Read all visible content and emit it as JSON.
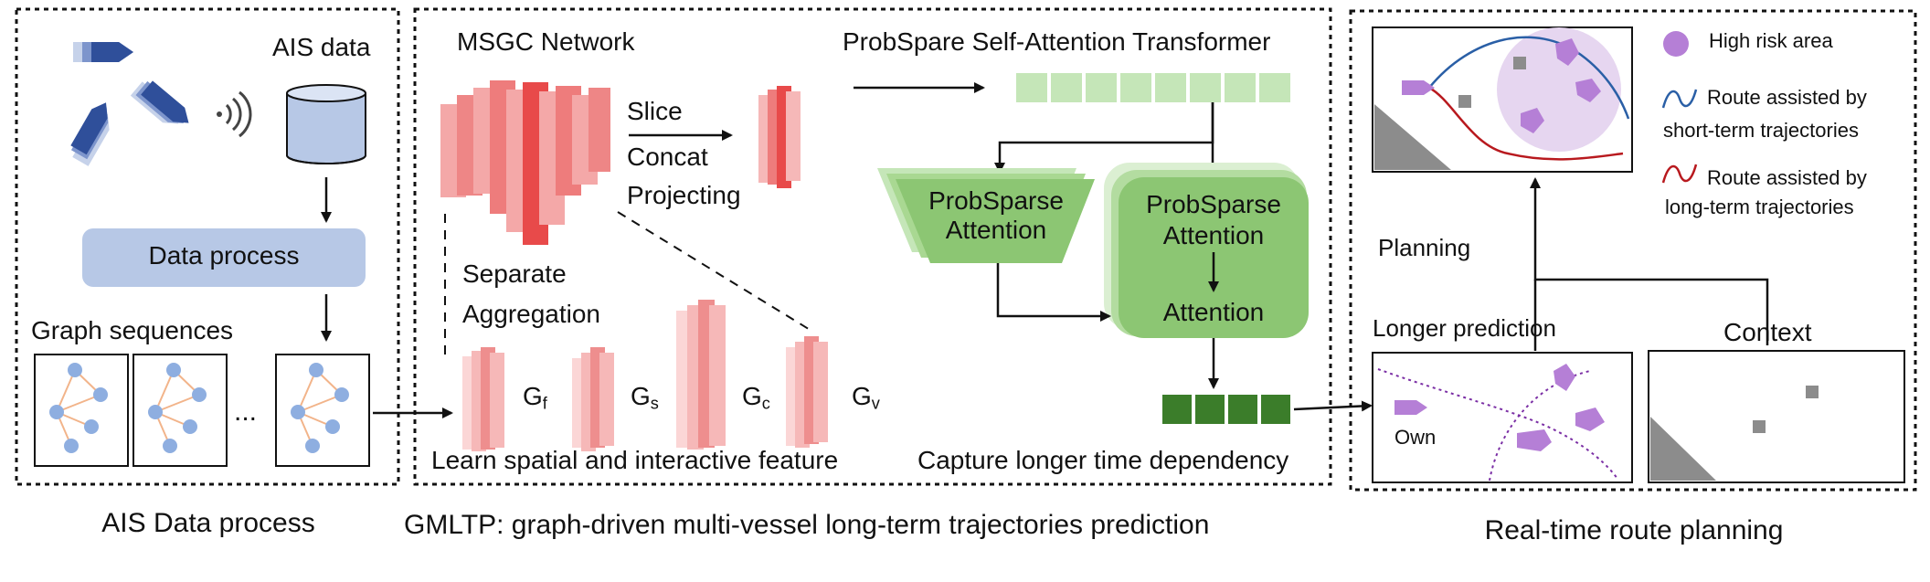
{
  "panels": {
    "ais": {
      "caption": "AIS Data process",
      "ais_data": "AIS data",
      "data_process": "Data process",
      "graph_sequences": "Graph sequences",
      "ellipsis": "..."
    },
    "gmltp": {
      "caption": "GMLTP: graph-driven multi-vessel long-term trajectories prediction",
      "msgc_network": "MSGC Network",
      "slice": "Slice",
      "concat": "Concat",
      "projecting": "Projecting",
      "separate": "Separate",
      "aggregation": "Aggregation",
      "g_f": "G",
      "g_f_sub": "f",
      "g_s": "G",
      "g_s_sub": "s",
      "g_c": "G",
      "g_c_sub": "c",
      "g_v": "G",
      "g_v_sub": "v",
      "learn_feature": "Learn spatial and interactive feature",
      "transformer_title": "ProbSpare Self-Attention Transformer",
      "probsparse_left_1": "ProbSparse",
      "probsparse_left_2": "Attention",
      "probsparse_right_1": "ProbSparse",
      "probsparse_right_2": "Attention",
      "attention": "Attention",
      "capture_dependency": "Capture longer time dependency"
    },
    "planning": {
      "caption": "Real-time route planning",
      "legend_high_risk": "High risk area",
      "legend_short_1": "Route assisted by",
      "legend_short_2": "short-term trajectories",
      "legend_long_1": "Route assisted by",
      "legend_long_2": "long-term trajectories",
      "planning_label": "Planning",
      "longer_prediction": "Longer prediction",
      "context": "Context",
      "own": "Own"
    }
  },
  "colors": {
    "red_layer": "#e84a4a",
    "red_light": "#f6b8b8",
    "green_light": "#c5e6b8",
    "green_mid": "#8cc673",
    "green_dark": "#3b7d2a",
    "blue_box": "#b7c8e6",
    "node_blue": "#8eaee0",
    "edge_orange": "#f2b48a",
    "purple": "#b57fd6",
    "purple_area": "#e6d6f0",
    "route_blue": "#2a5fa6",
    "route_red": "#b8191e",
    "obstacle_grey": "#8c8c8c"
  }
}
